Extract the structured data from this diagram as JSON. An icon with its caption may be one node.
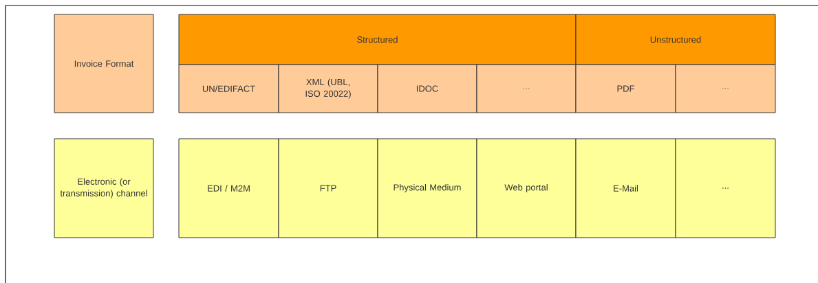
{
  "diagram": {
    "nodes": [
      {
        "text": [
          "Invoice Format"
        ]
      },
      {
        "text": [
          "Structured"
        ]
      },
      {
        "text": [
          "Unstructured"
        ]
      },
      {
        "text": [
          "UN/EDIFACT"
        ]
      },
      {
        "text": [
          "XML (UBL, ISO 20022)"
        ]
      },
      {
        "text": [
          "IDOC"
        ]
      },
      {
        "text": [
          "..."
        ]
      },
      {
        "text": [
          "PDF"
        ]
      },
      {
        "text": [
          "..."
        ]
      },
      {
        "text": [
          "Electronic (or transmission) channel"
        ]
      },
      {
        "text": [
          "EDI / M2M"
        ]
      },
      {
        "text": [
          "FTP"
        ]
      },
      {
        "text": [
          "Physical Medium"
        ]
      },
      {
        "text": [
          "Web portal"
        ]
      },
      {
        "text": [
          "E-Mail"
        ]
      },
      {
        "text": [
          "..."
        ]
      }
    ]
  }
}
